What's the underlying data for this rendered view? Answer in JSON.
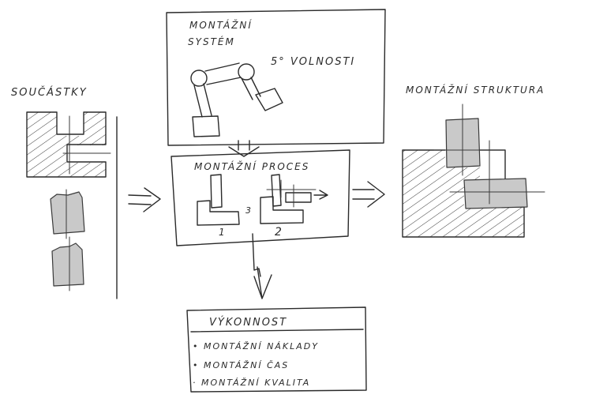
{
  "labels": {
    "components": "SOUČÁSTKY",
    "assembly_system_line1": "MONTÁŽNÍ",
    "assembly_system_line2": "SYSTÉM",
    "dof": "5° VOLNOSTI",
    "assembly_process": "MONTÁŽNÍ PROCES",
    "step_1": "1",
    "step_2": "2",
    "assembly_structure": "MONTÁŽNÍ STRUKTURA",
    "performance_title": "VÝKONNOST",
    "performance_items": [
      "• MONTÁŽNÍ NÁKLADY",
      "• MONTÁŽNÍ ČAS",
      "· MONTÁŽNÍ KVALITA"
    ]
  },
  "colors": {
    "ink": "#2a2a2a",
    "part_fill": "#c9c9c9",
    "paper": "#ffffff"
  }
}
